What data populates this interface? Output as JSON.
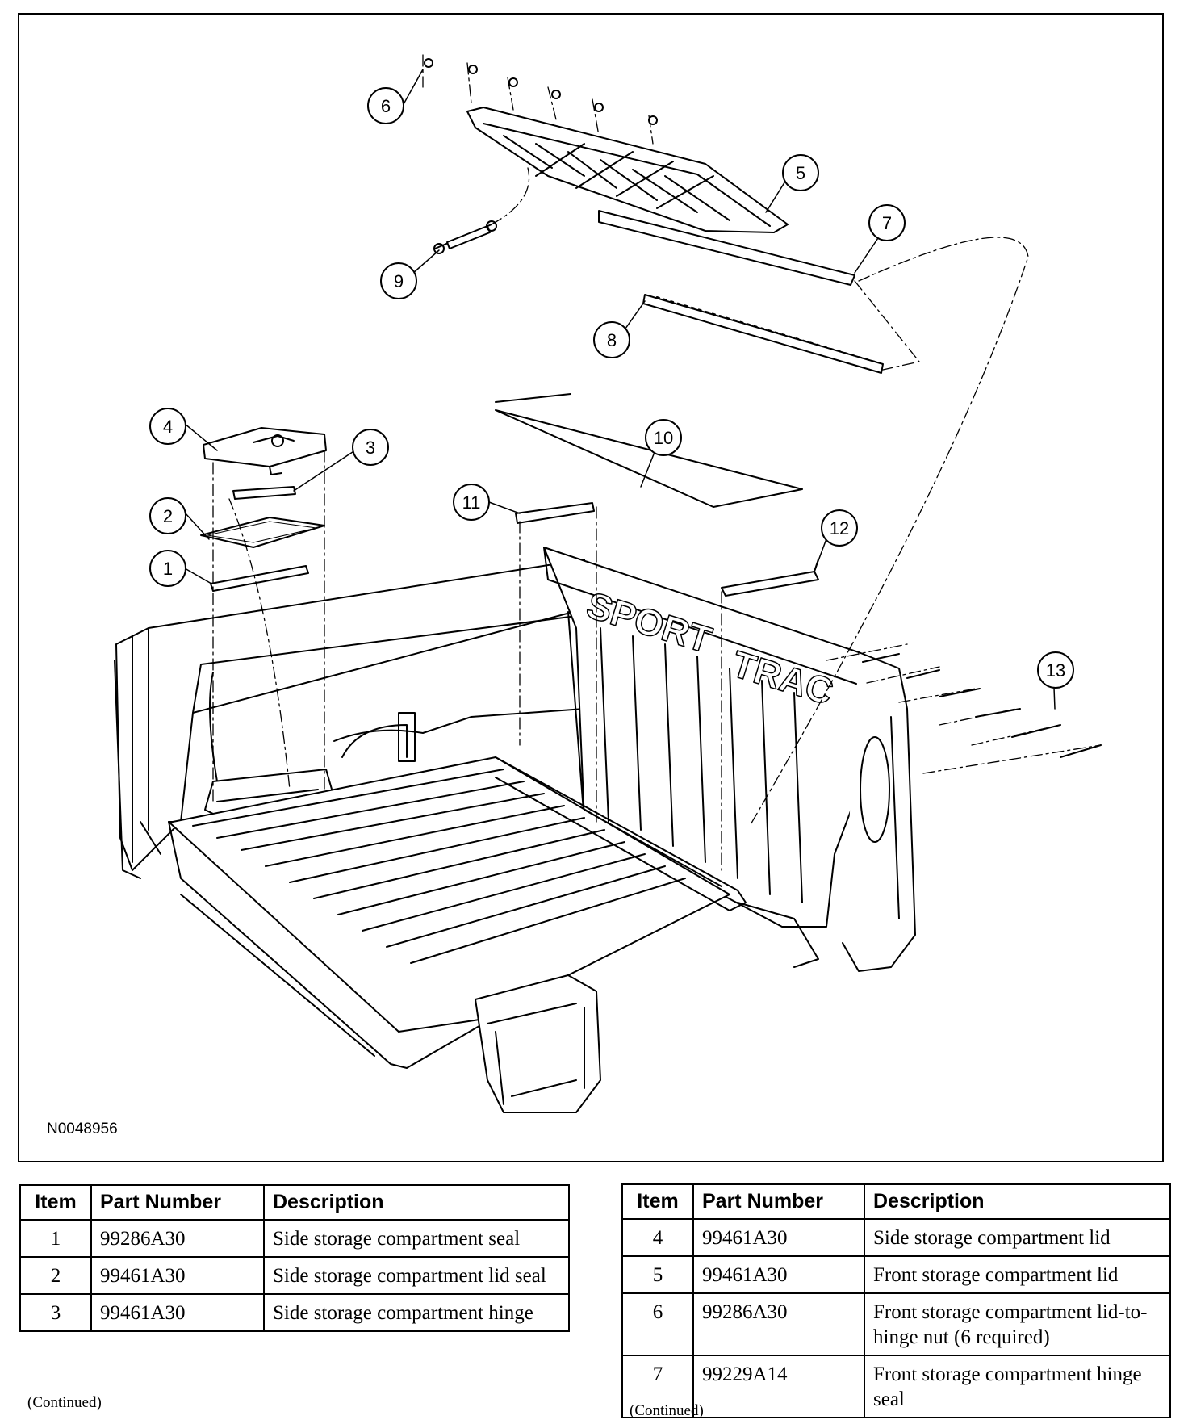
{
  "figure": {
    "id": "N0048956",
    "embossed_text": {
      "line1": "SPORT",
      "line2": "TRAC"
    },
    "callouts": [
      {
        "label": "1"
      },
      {
        "label": "2"
      },
      {
        "label": "3"
      },
      {
        "label": "4"
      },
      {
        "label": "5"
      },
      {
        "label": "6"
      },
      {
        "label": "7"
      },
      {
        "label": "8"
      },
      {
        "label": "9"
      },
      {
        "label": "10"
      },
      {
        "label": "11"
      },
      {
        "label": "12"
      },
      {
        "label": "13"
      }
    ]
  },
  "tables": {
    "left": {
      "headers": {
        "item": "Item",
        "part_number": "Part Number",
        "description": "Description"
      },
      "rows": [
        {
          "item": "1",
          "part_number": "99286A30",
          "description": "Side storage compartment seal"
        },
        {
          "item": "2",
          "part_number": "99461A30",
          "description": "Side storage compartment lid seal"
        },
        {
          "item": "3",
          "part_number": "99461A30",
          "description": "Side storage compartment hinge"
        }
      ],
      "continued": "(Continued)"
    },
    "right": {
      "headers": {
        "item": "Item",
        "part_number": "Part Number",
        "description": "Description"
      },
      "rows": [
        {
          "item": "4",
          "part_number": "99461A30",
          "description": "Side storage compartment lid"
        },
        {
          "item": "5",
          "part_number": "99461A30",
          "description": "Front storage compartment lid"
        },
        {
          "item": "6",
          "part_number": "99286A30",
          "description": "Front storage compartment lid-to-hinge nut (6 required)"
        },
        {
          "item": "7",
          "part_number": "99229A14",
          "description": "Front storage compartment hinge seal"
        }
      ],
      "continued": "(Continued)"
    }
  }
}
